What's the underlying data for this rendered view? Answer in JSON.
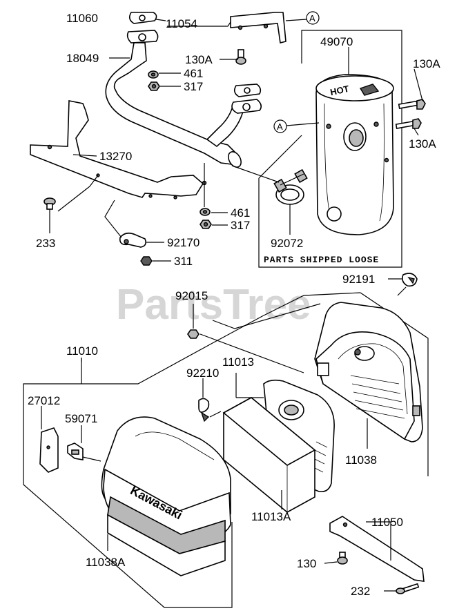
{
  "watermark": "PartsTree",
  "note": "PARTS SHIPPED LOOSE",
  "callout_letter": "A",
  "muffler_text": "HOT",
  "cover_brand": "Kawasaki",
  "labels": {
    "p11060": "11060",
    "p11054": "11054",
    "p18049": "18049",
    "p130A_top": "130A",
    "p461_top": "461",
    "p317_top": "317",
    "p49070": "49070",
    "p130A_r1": "130A",
    "p130A_r2": "130A",
    "p13270": "13270",
    "p233": "233",
    "p461_mid": "461",
    "p317_mid": "317",
    "p92170": "92170",
    "p311": "311",
    "p92072": "92072",
    "p92191": "92191",
    "p92015": "92015",
    "p11010": "11010",
    "p11013": "11013",
    "p92210": "92210",
    "p27012": "27012",
    "p59071": "59071",
    "p11038": "11038",
    "p11013A": "11013A",
    "p11038A": "11038A",
    "p11050": "11050",
    "p130": "130",
    "p232": "232"
  }
}
